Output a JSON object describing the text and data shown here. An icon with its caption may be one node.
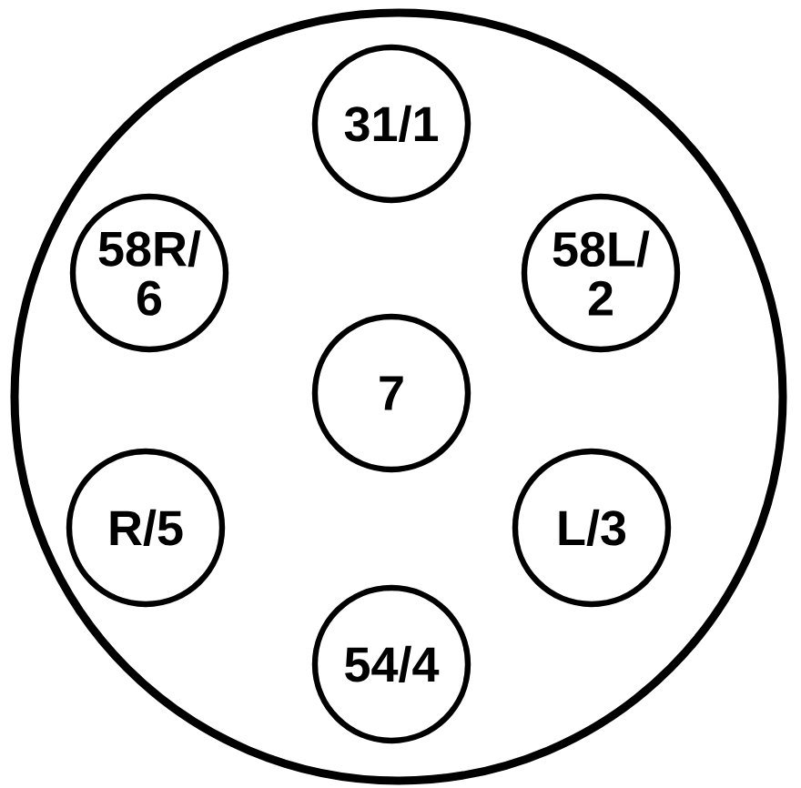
{
  "diagram": {
    "nodes": [
      {
        "text": [],
        "shape": "circle"
      },
      {
        "text": [
          "31/1"
        ],
        "in": 0
      },
      {
        "text": [
          "58R/ 6"
        ],
        "in": 0
      },
      {
        "text": [
          "58L/ 2"
        ],
        "in": 0
      },
      {
        "text": [
          "7"
        ],
        "in": 0
      },
      {
        "text": [
          "R/5"
        ],
        "in": 0
      },
      {
        "text": [
          "L/3"
        ],
        "in": 0
      },
      {
        "text": [
          "54/4"
        ],
        "in": 0
      }
    ]
  }
}
